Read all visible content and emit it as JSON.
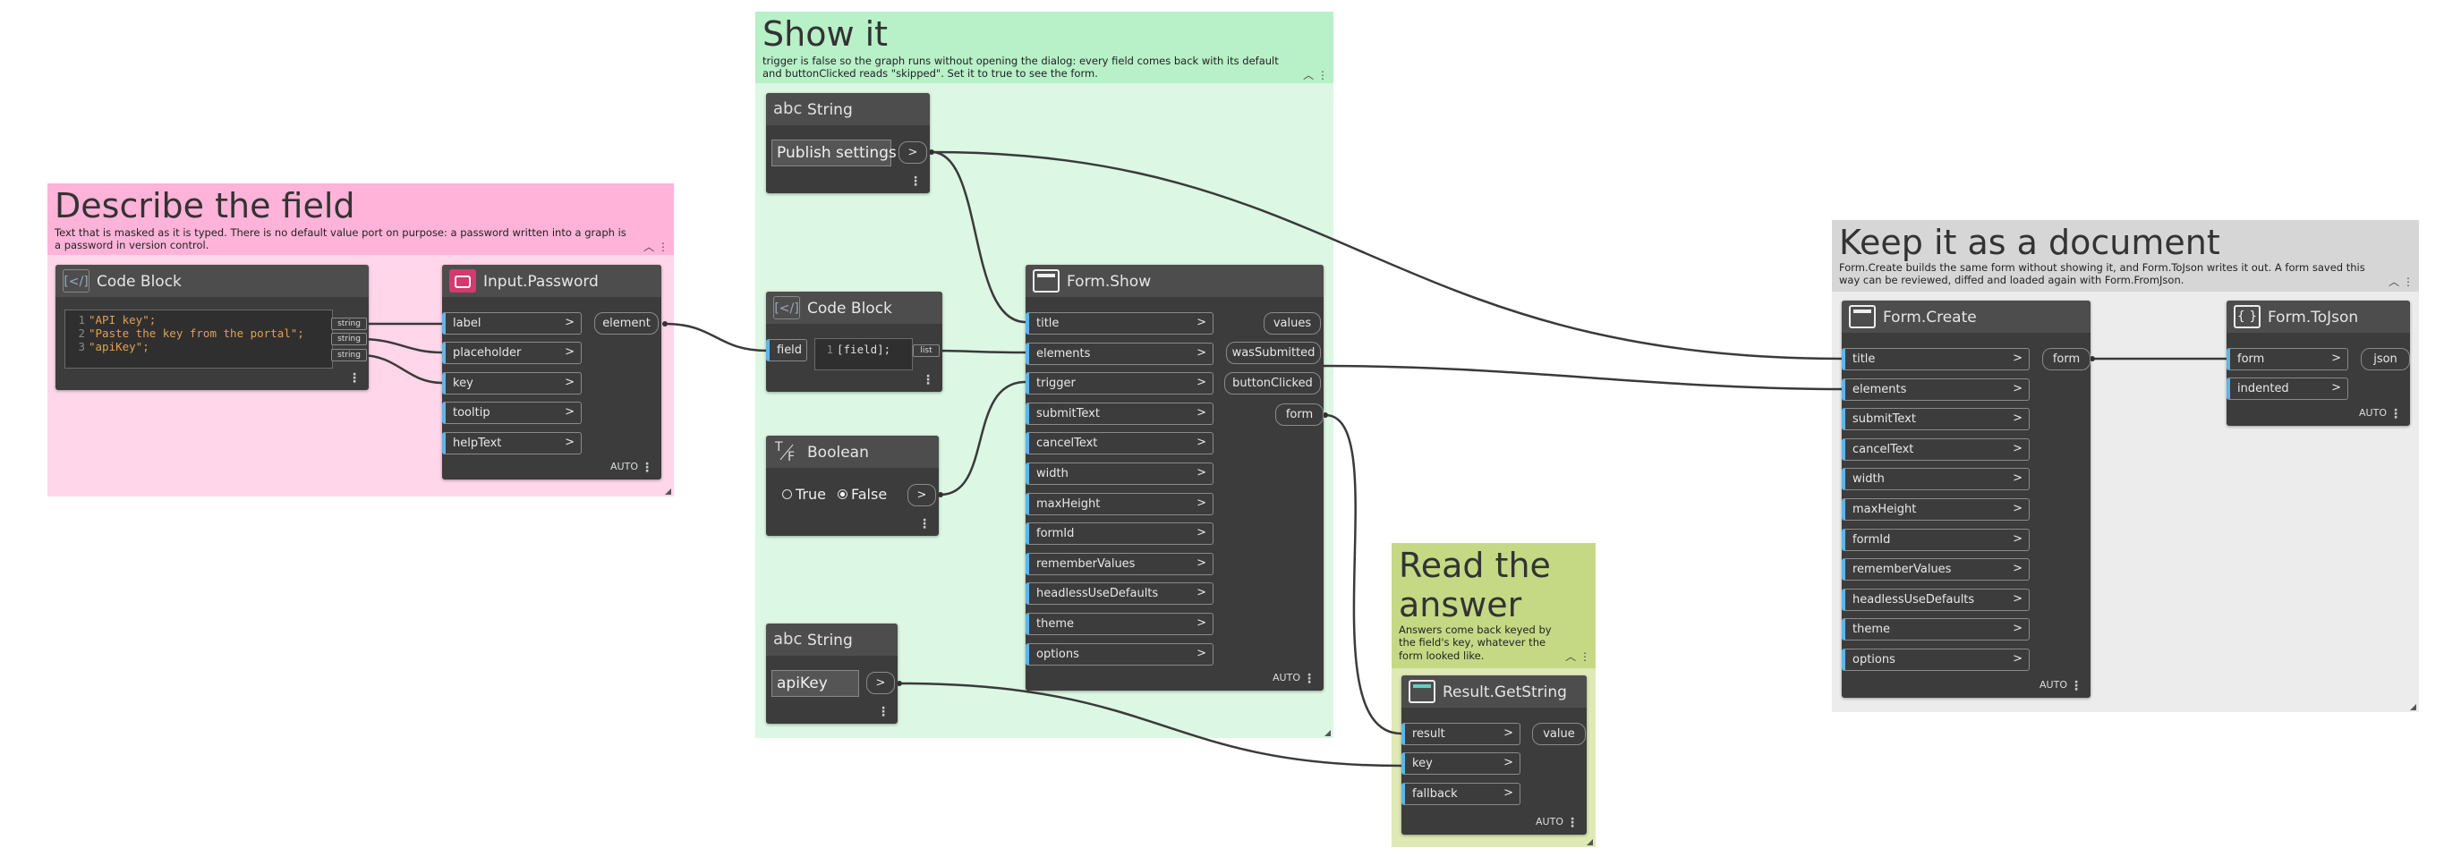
{
  "groups": {
    "describe": {
      "title": "Describe the field",
      "desc": "Text that is masked as it is typed. There is no default value port on purpose: a password written into a graph is a password in version control.",
      "color": "#ffb3d9"
    },
    "show": {
      "title": "Show it",
      "desc": "trigger is false so the graph runs without opening the dialog: every field comes back with its default and buttonClicked reads \"skipped\". Set it to true to see the form.",
      "color": "#b8f0c8"
    },
    "answer": {
      "title": "Read the answer",
      "desc": "Answers come back keyed by the field's key, whatever the form looked like.",
      "color": "#c5d985"
    },
    "document": {
      "title": "Keep it as a document",
      "desc": "Form.Create builds the same form without showing it, and Form.ToJson writes it out. A form saved this way can be reviewed, diffed and loaded again with Form.FromJson.",
      "color": "#d6d6d6"
    }
  },
  "nodes": {
    "code_block_1": {
      "title": "Code Block",
      "lines": [
        {
          "num": "1",
          "text": "\"API key\";"
        },
        {
          "num": "2",
          "text": "\"Paste the key from the portal\";"
        },
        {
          "num": "3",
          "text": "\"apiKey\";"
        }
      ],
      "out_tag": "string"
    },
    "input_password": {
      "title": "Input.Password",
      "inputs": [
        "label",
        "placeholder",
        "key",
        "tooltip",
        "helpText"
      ],
      "output": "element",
      "auto": "AUTO"
    },
    "string_1": {
      "title": "String",
      "value": "Publish settings",
      "out": ">"
    },
    "code_block_2": {
      "title": "Code Block",
      "input": "field",
      "line_num": "1",
      "code": "[field];",
      "out_tag": "list"
    },
    "boolean": {
      "title": "Boolean",
      "opt_true": "True",
      "opt_false": "False",
      "out": ">"
    },
    "string_2": {
      "title": "String",
      "value": "apiKey",
      "out": ">"
    },
    "form_show": {
      "title": "Form.Show",
      "inputs": [
        "title",
        "elements",
        "trigger",
        "submitText",
        "cancelText",
        "width",
        "maxHeight",
        "formId",
        "rememberValues",
        "headlessUseDefaults",
        "theme",
        "options"
      ],
      "outputs": [
        "values",
        "wasSubmitted",
        "buttonClicked",
        "form"
      ],
      "auto": "AUTO"
    },
    "result_getstring": {
      "title": "Result.GetString",
      "inputs": [
        "result",
        "key",
        "fallback"
      ],
      "output": "value",
      "auto": "AUTO"
    },
    "form_create": {
      "title": "Form.Create",
      "inputs": [
        "title",
        "elements",
        "submitText",
        "cancelText",
        "width",
        "maxHeight",
        "formId",
        "rememberValues",
        "headlessUseDefaults",
        "theme",
        "options"
      ],
      "output": "form",
      "auto": "AUTO"
    },
    "form_tojson": {
      "title": "Form.ToJson",
      "inputs": [
        "form",
        "indented"
      ],
      "output": "json",
      "auto": "AUTO"
    }
  },
  "ui": {
    "arrow": ">",
    "collapse": "^",
    "more": "⋮",
    "abc": "abc",
    "cb_icon": "[</]",
    "bool_icon_t": "T",
    "bool_icon_f": "F",
    "tag_string": "string"
  },
  "colors": {
    "port_accent": "#5fb5e6",
    "wire": "#3a3a3a",
    "node_bg": "#3c3c3c",
    "node_head": "#4d4d4d"
  }
}
